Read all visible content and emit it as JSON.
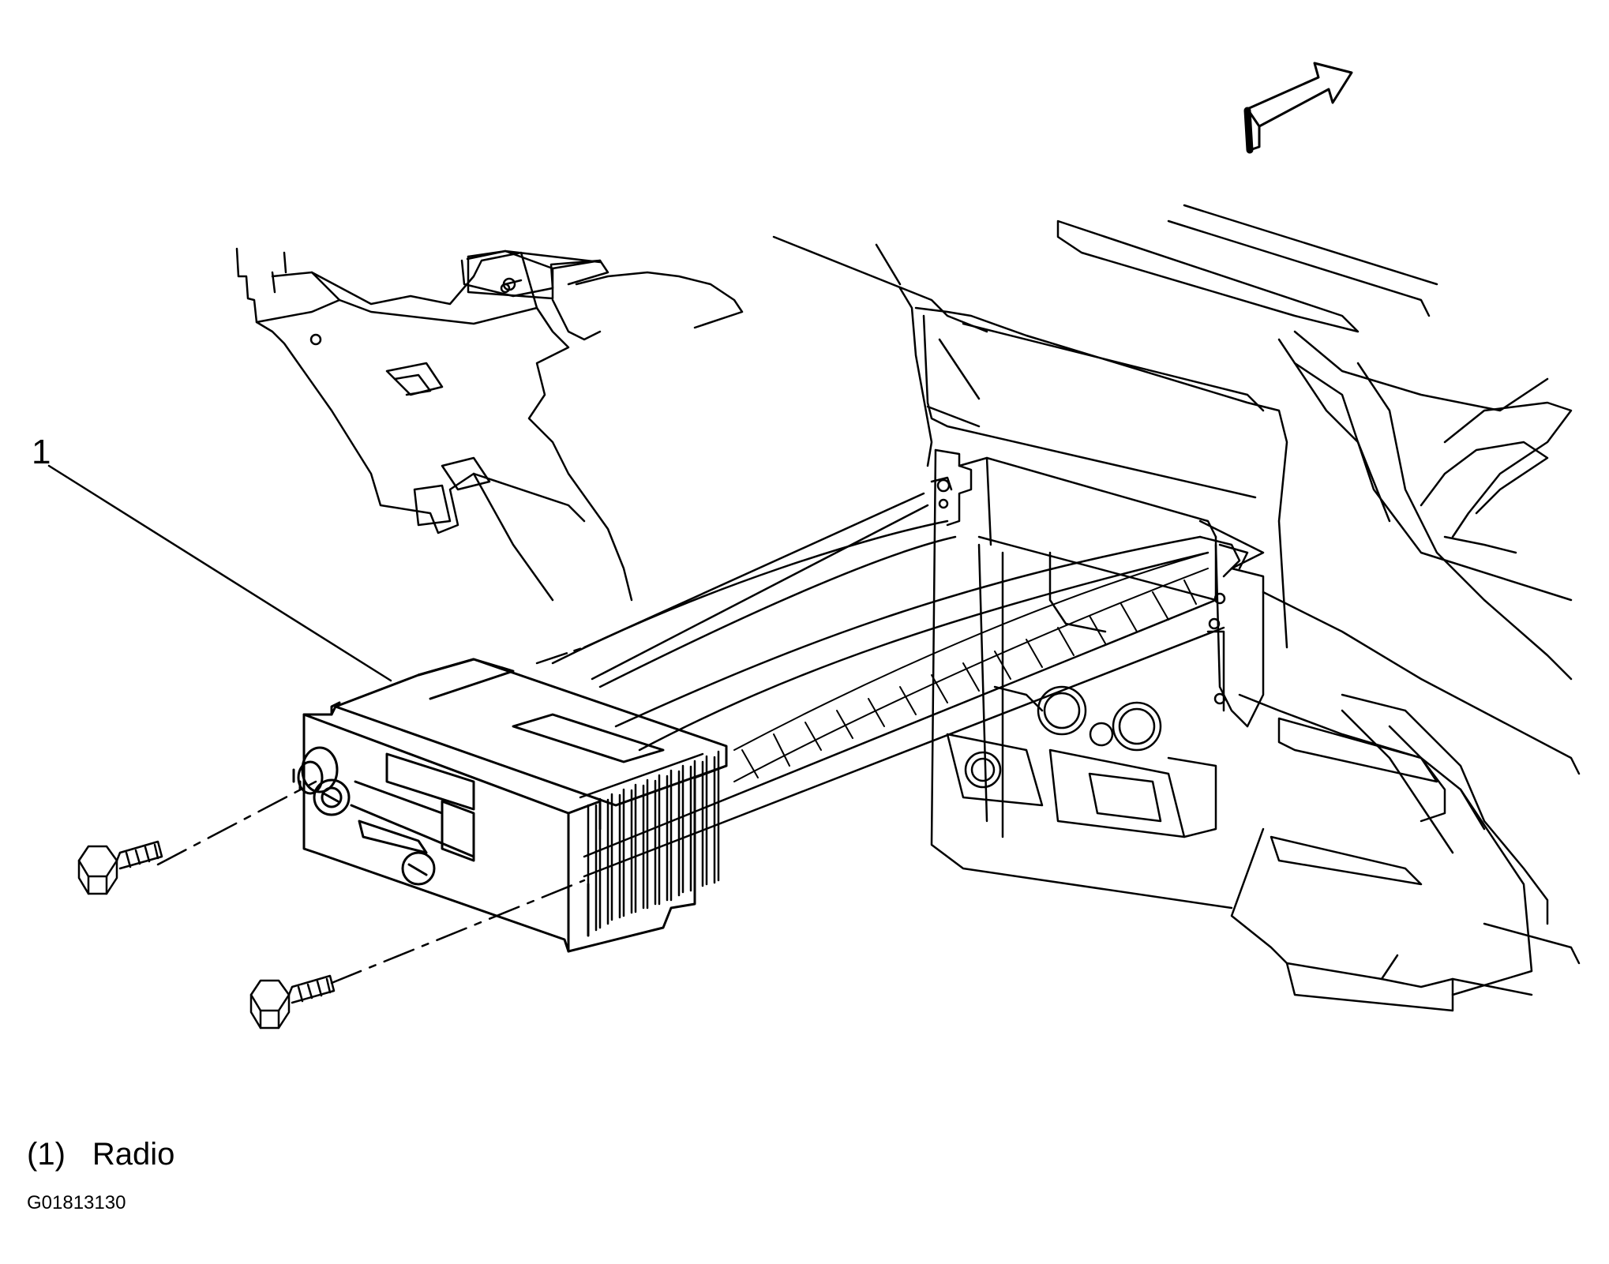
{
  "callouts": [
    {
      "number": "1"
    }
  ],
  "legend": [
    {
      "number": "(1)",
      "label": "Radio"
    }
  ],
  "figure_id": "G01813130",
  "colors": {
    "line": "#000000",
    "background": "#ffffff"
  },
  "icons": [
    "view-direction-arrow-icon",
    "bolt-icon"
  ]
}
